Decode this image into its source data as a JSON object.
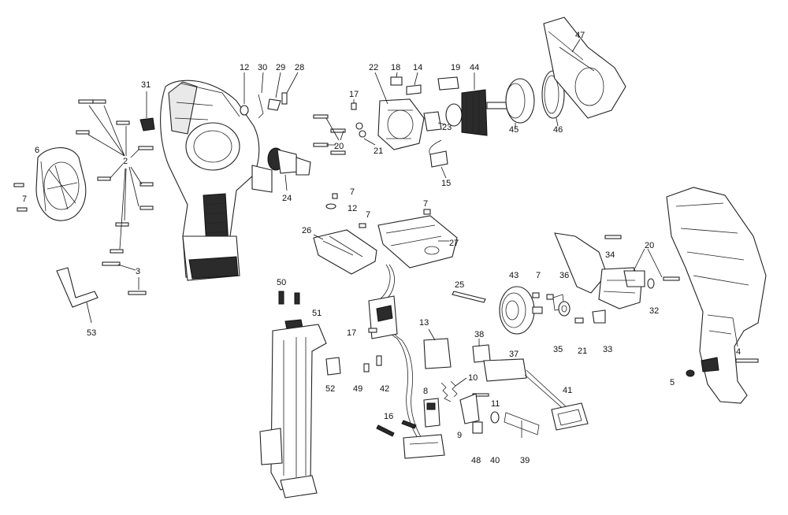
{
  "callouts": [
    {
      "id": "c1",
      "text": "2"
    },
    {
      "id": "c2",
      "text": "3"
    },
    {
      "id": "c3",
      "text": "4"
    },
    {
      "id": "c4",
      "text": "5"
    },
    {
      "id": "c5",
      "text": "6"
    },
    {
      "id": "c6",
      "text": "7"
    },
    {
      "id": "c7",
      "text": "7"
    },
    {
      "id": "c8",
      "text": "7"
    },
    {
      "id": "c9",
      "text": "7"
    },
    {
      "id": "c10",
      "text": "7"
    },
    {
      "id": "c11",
      "text": "8"
    },
    {
      "id": "c12",
      "text": "9"
    },
    {
      "id": "c13",
      "text": "10"
    },
    {
      "id": "c14",
      "text": "11"
    },
    {
      "id": "c15",
      "text": "12"
    },
    {
      "id": "c16",
      "text": "12"
    },
    {
      "id": "c17",
      "text": "13"
    },
    {
      "id": "c18",
      "text": "14"
    },
    {
      "id": "c19",
      "text": "15"
    },
    {
      "id": "c20",
      "text": "16"
    },
    {
      "id": "c21",
      "text": "17"
    },
    {
      "id": "c22",
      "text": "17"
    },
    {
      "id": "c23",
      "text": "18"
    },
    {
      "id": "c24",
      "text": "19"
    },
    {
      "id": "c25",
      "text": "20"
    },
    {
      "id": "c26",
      "text": "20"
    },
    {
      "id": "c27",
      "text": "21"
    },
    {
      "id": "c28",
      "text": "21"
    },
    {
      "id": "c29",
      "text": "22"
    },
    {
      "id": "c30",
      "text": "23"
    },
    {
      "id": "c31",
      "text": "24"
    },
    {
      "id": "c32",
      "text": "25"
    },
    {
      "id": "c33",
      "text": "26"
    },
    {
      "id": "c34",
      "text": "27"
    },
    {
      "id": "c35",
      "text": "28"
    },
    {
      "id": "c36",
      "text": "29"
    },
    {
      "id": "c37",
      "text": "30"
    },
    {
      "id": "c38",
      "text": "31"
    },
    {
      "id": "c39",
      "text": "32"
    },
    {
      "id": "c40",
      "text": "33"
    },
    {
      "id": "c41",
      "text": "34"
    },
    {
      "id": "c42",
      "text": "35"
    },
    {
      "id": "c43",
      "text": "36"
    },
    {
      "id": "c44",
      "text": "37"
    },
    {
      "id": "c45",
      "text": "38"
    },
    {
      "id": "c46",
      "text": "39"
    },
    {
      "id": "c47",
      "text": "40"
    },
    {
      "id": "c48",
      "text": "41"
    },
    {
      "id": "c49",
      "text": "42"
    },
    {
      "id": "c50",
      "text": "43"
    },
    {
      "id": "c51",
      "text": "44"
    },
    {
      "id": "c52",
      "text": "45"
    },
    {
      "id": "c53",
      "text": "46"
    },
    {
      "id": "c54",
      "text": "47"
    },
    {
      "id": "c55",
      "text": "48"
    },
    {
      "id": "c56",
      "text": "49"
    },
    {
      "id": "c57",
      "text": "50"
    },
    {
      "id": "c58",
      "text": "51"
    },
    {
      "id": "c59",
      "text": "52"
    },
    {
      "id": "c60",
      "text": "53"
    }
  ]
}
